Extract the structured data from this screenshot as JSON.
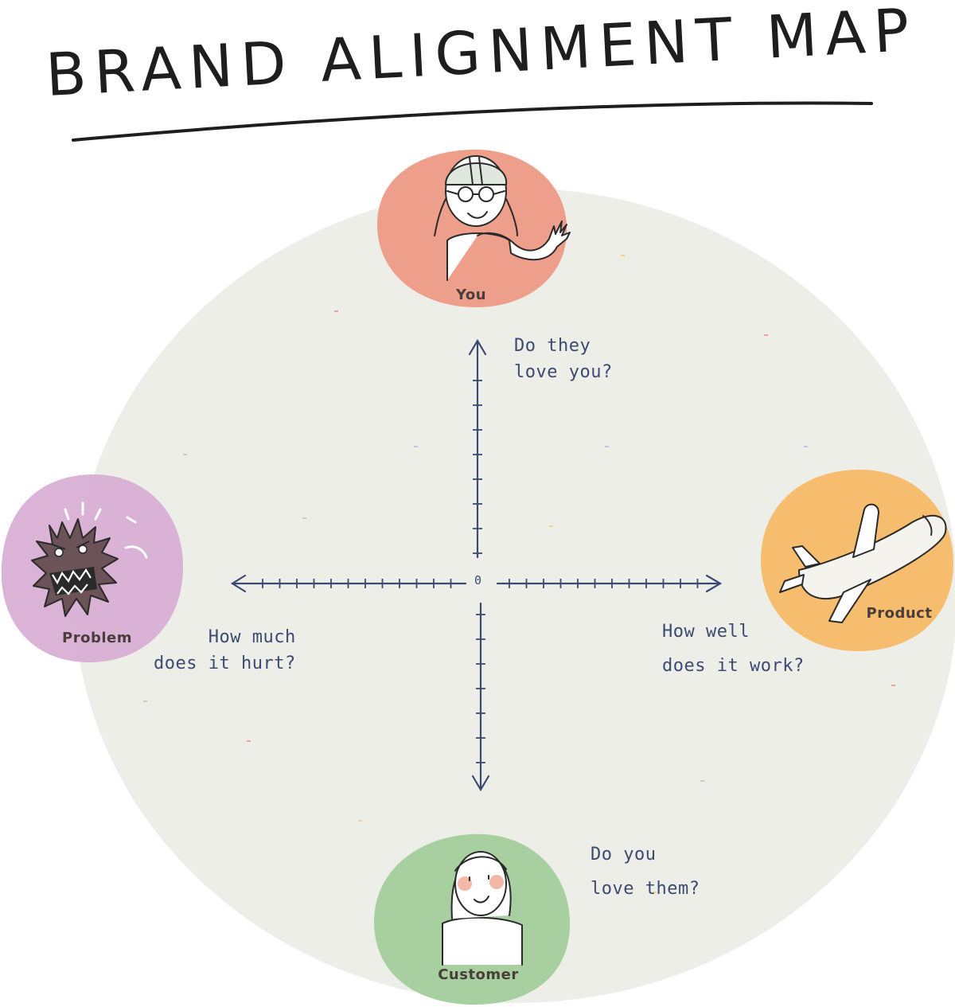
{
  "title": "BRAND ALIGNMENT MAP",
  "nodes": {
    "top": {
      "label": "You",
      "color": "#ee9f8b"
    },
    "left": {
      "label": "Problem",
      "color": "#d7acd3"
    },
    "right": {
      "label": "Product",
      "color": "#f5bd6d"
    },
    "bottom": {
      "label": "Customer",
      "color": "#a8cfa0"
    }
  },
  "questions": {
    "top": "Do they\nlove you?",
    "left": "     How much\ndoes it hurt?",
    "right": "How well\ndoes it work?",
    "bottom": "Do you\nlove them?"
  },
  "axis": {
    "origin_label": "0"
  },
  "colors": {
    "field": "#eeeee9",
    "axis": "#3c4a72",
    "ink": "#1e1e1e"
  }
}
